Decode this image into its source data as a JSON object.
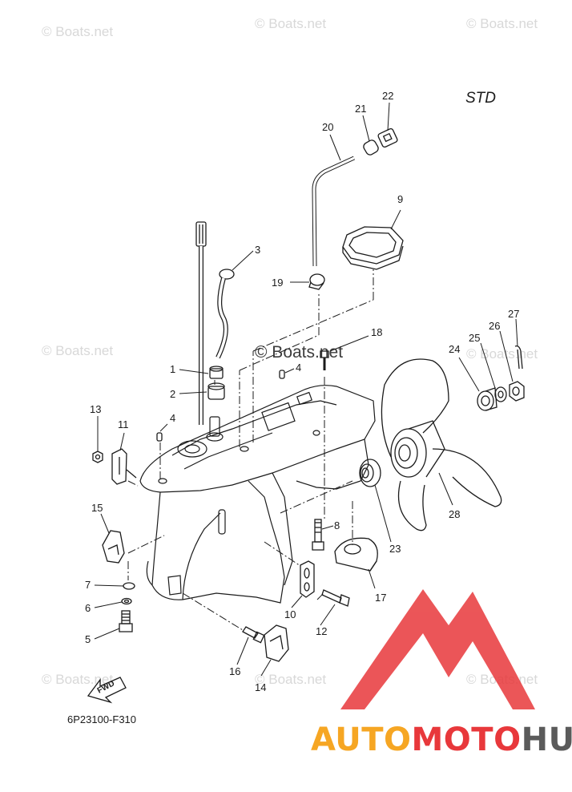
{
  "diagram": {
    "variant_label": "STD",
    "drawing_code": "6P23100-F310",
    "fwd_label": "FWD",
    "callouts": [
      "1",
      "2",
      "3",
      "4",
      "4",
      "5",
      "6",
      "7",
      "8",
      "9",
      "10",
      "11",
      "12",
      "13",
      "14",
      "15",
      "16",
      "17",
      "18",
      "19",
      "20",
      "21",
      "22",
      "23",
      "24",
      "25",
      "26",
      "27",
      "28"
    ]
  },
  "watermarks": {
    "text": "© Boats.net",
    "center_text": "© Boats.net"
  },
  "logo": {
    "part1": "AUTO",
    "part2": "MOTO",
    "part3": "HUB",
    "color_orange": "#f6a623",
    "color_red": "#e8383b",
    "color_gray": "#5b5b5b"
  }
}
